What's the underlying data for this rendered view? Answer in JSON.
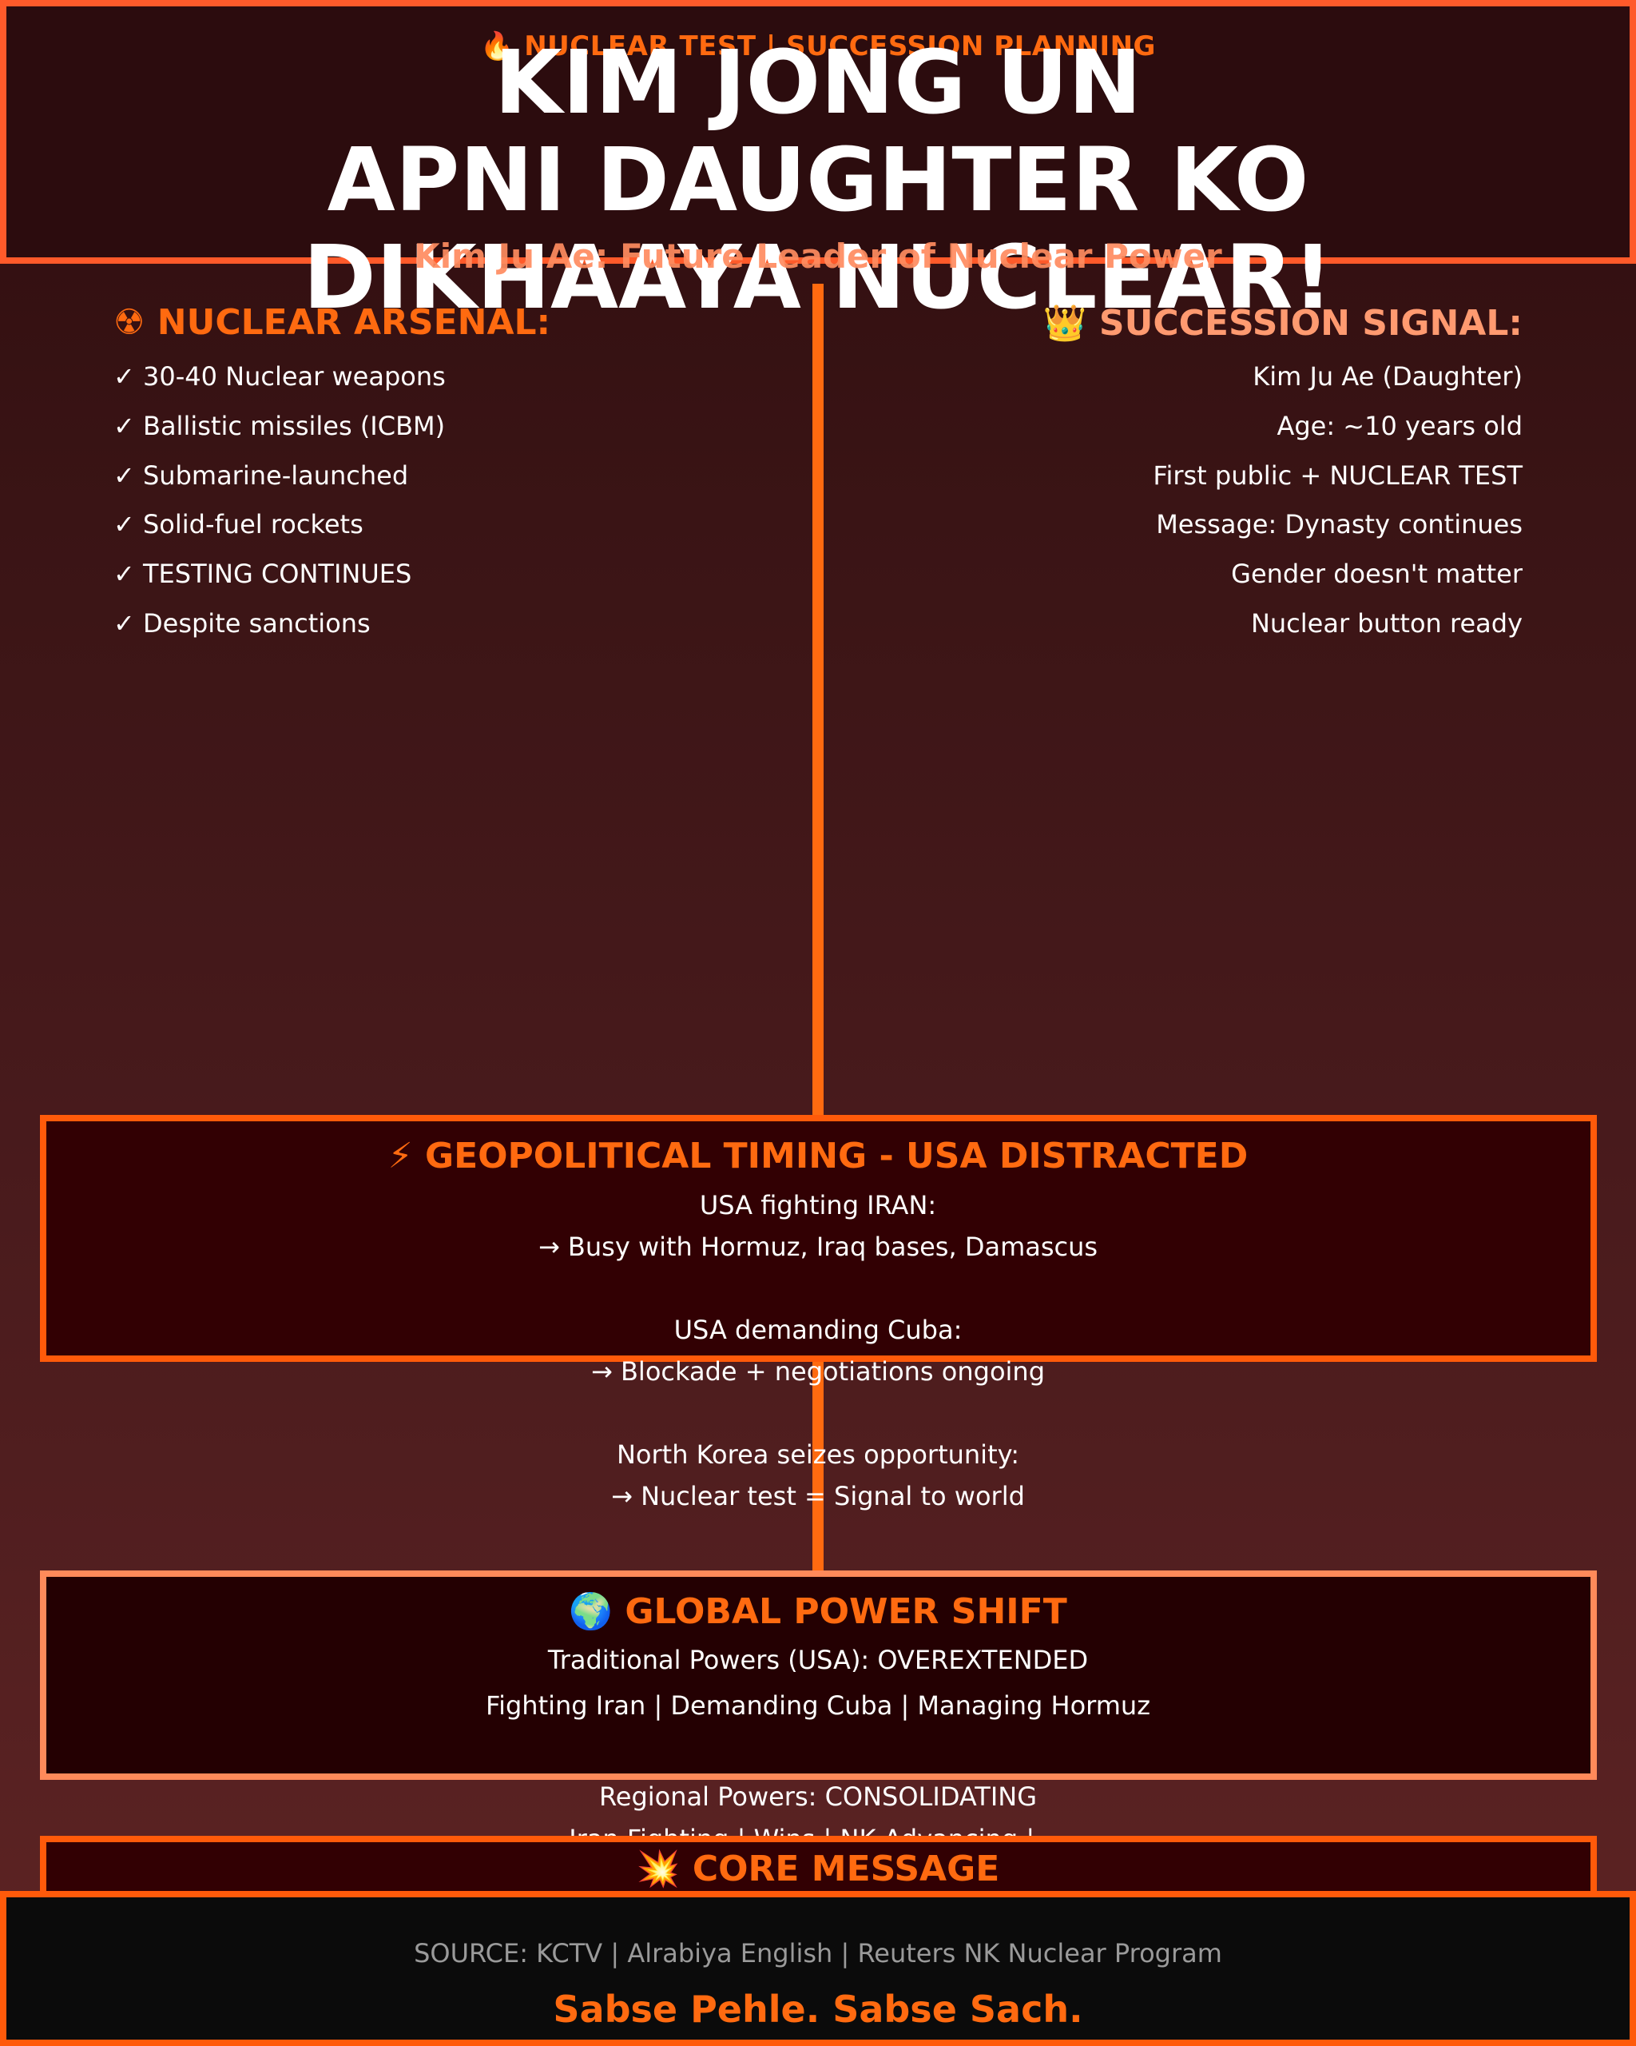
{
  "header": {
    "kicker": "🔥 NUCLEAR TEST | SUCCESSION PLANNING",
    "headline_lines": [
      "KIM JONG UN",
      "APNI DAUGHTER KO",
      "DIKHAAYA NUCLEAR!"
    ],
    "subtitle": "Kim Ju Ae: Future Leader of Nuclear Power"
  },
  "arsenal": {
    "title": "☢ NUCLEAR ARSENAL:",
    "items": [
      "✓ 30-40 Nuclear weapons",
      "✓ Ballistic missiles (ICBM)",
      "✓ Submarine-launched",
      "✓ Solid-fuel rockets",
      "✓ TESTING CONTINUES",
      "✓ Despite sanctions"
    ]
  },
  "succession": {
    "title": "👑 SUCCESSION SIGNAL:",
    "items": [
      "Kim Ju Ae (Daughter)",
      "Age: ~10 years old",
      "First public + NUCLEAR TEST",
      "Message: Dynasty continues",
      "Gender doesn't matter",
      "Nuclear button ready"
    ]
  },
  "geopolitical": {
    "title": "⚡ GEOPOLITICAL TIMING - USA DISTRACTED",
    "lines": [
      "USA fighting IRAN:",
      "→ Busy with Hormuz, Iraq bases, Damascus",
      "USA demanding Cuba:",
      "→ Blockade + negotiations ongoing",
      "North Korea seizes opportunity:",
      "→ Nuclear test = Signal to world"
    ]
  },
  "power_shift": {
    "title": "🌍 GLOBAL POWER SHIFT",
    "lines": [
      "Traditional Powers (USA): OVEREXTENDED",
      "Fighting Iran | Demanding Cuba | Managing Hormuz",
      "Regional Powers: CONSOLIDATING",
      "Iran Fighting | Wins | NK Advancing | ..."
    ]
  },
  "core": {
    "title": "💥 CORE MESSAGE"
  },
  "footer": {
    "source": "SOURCE: KCTV | Alrabiya English | Reuters NK Nuclear Program",
    "tagline": "Sabse Pehle. Sabse Sach."
  },
  "colors": {
    "accent": "#ff6a10",
    "border": "#ff5a2a",
    "soft_accent": "#ff8c60",
    "box_bg": "#320003"
  }
}
